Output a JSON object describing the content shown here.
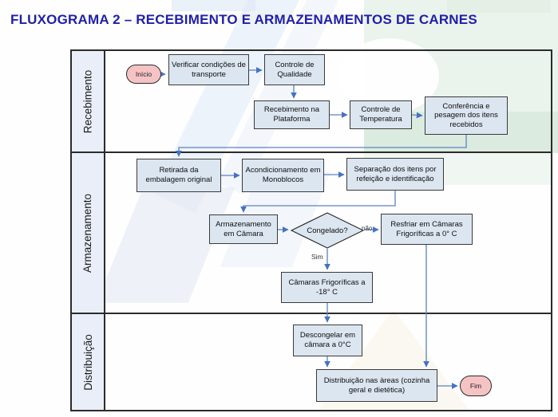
{
  "title": "FLUXOGRAMA 2 – RECEBIMENTO E ARMAZENAMENTOS DE CARNES",
  "lanes": [
    {
      "label": "Recebimento"
    },
    {
      "label": "Armazenamento"
    },
    {
      "label": "Distribuição"
    }
  ],
  "nodes": {
    "inicio": {
      "label": "Início",
      "type": "start-terminal"
    },
    "verificar": {
      "label": "Verificar condições de transporte",
      "type": "process"
    },
    "qualidade": {
      "label": "Controle de Qualidade",
      "type": "process"
    },
    "plataforma": {
      "label": "Recebimento na Plataforma",
      "type": "process"
    },
    "temperatura": {
      "label": "Controle de Temperatura",
      "type": "process"
    },
    "conferencia": {
      "label": "Conferência e pesagem dos itens recebidos",
      "type": "process"
    },
    "retirada": {
      "label": "Retirada da embalagem original",
      "type": "process"
    },
    "acondicionamento": {
      "label": "Acondicionamento em Monoblocos",
      "type": "process"
    },
    "separacao": {
      "label": "Separação dos itens por refeição e identificação",
      "type": "process"
    },
    "armazenamento_camara": {
      "label": "Armazenamento em Câmara",
      "type": "process"
    },
    "congelado": {
      "label": "Congelado?",
      "type": "decision"
    },
    "resfriar": {
      "label": "Resfriar em Câmaras Frigoríficas a 0° C",
      "type": "process"
    },
    "camaras_frigorificas": {
      "label": "Câmaras Frigoríficas a -18° C",
      "type": "process"
    },
    "descongelar": {
      "label": "Descongelar em câmara a 0°C",
      "type": "process"
    },
    "distribuicao": {
      "label": "Distribuição nas àreas (cozinha geral e dietética)",
      "type": "process"
    },
    "fim": {
      "label": "Fim",
      "type": "end-terminal"
    }
  },
  "edge_labels": {
    "sim": "Sim",
    "nao": "não"
  },
  "colors": {
    "title_text": "#1f1fa8",
    "process_fill": "#dce6f1",
    "lane_header_fill": "#e9eef8",
    "terminal_fill": "#f6c3c5",
    "connector": "#4f81bd",
    "frame_border": "#2b2b2b"
  }
}
